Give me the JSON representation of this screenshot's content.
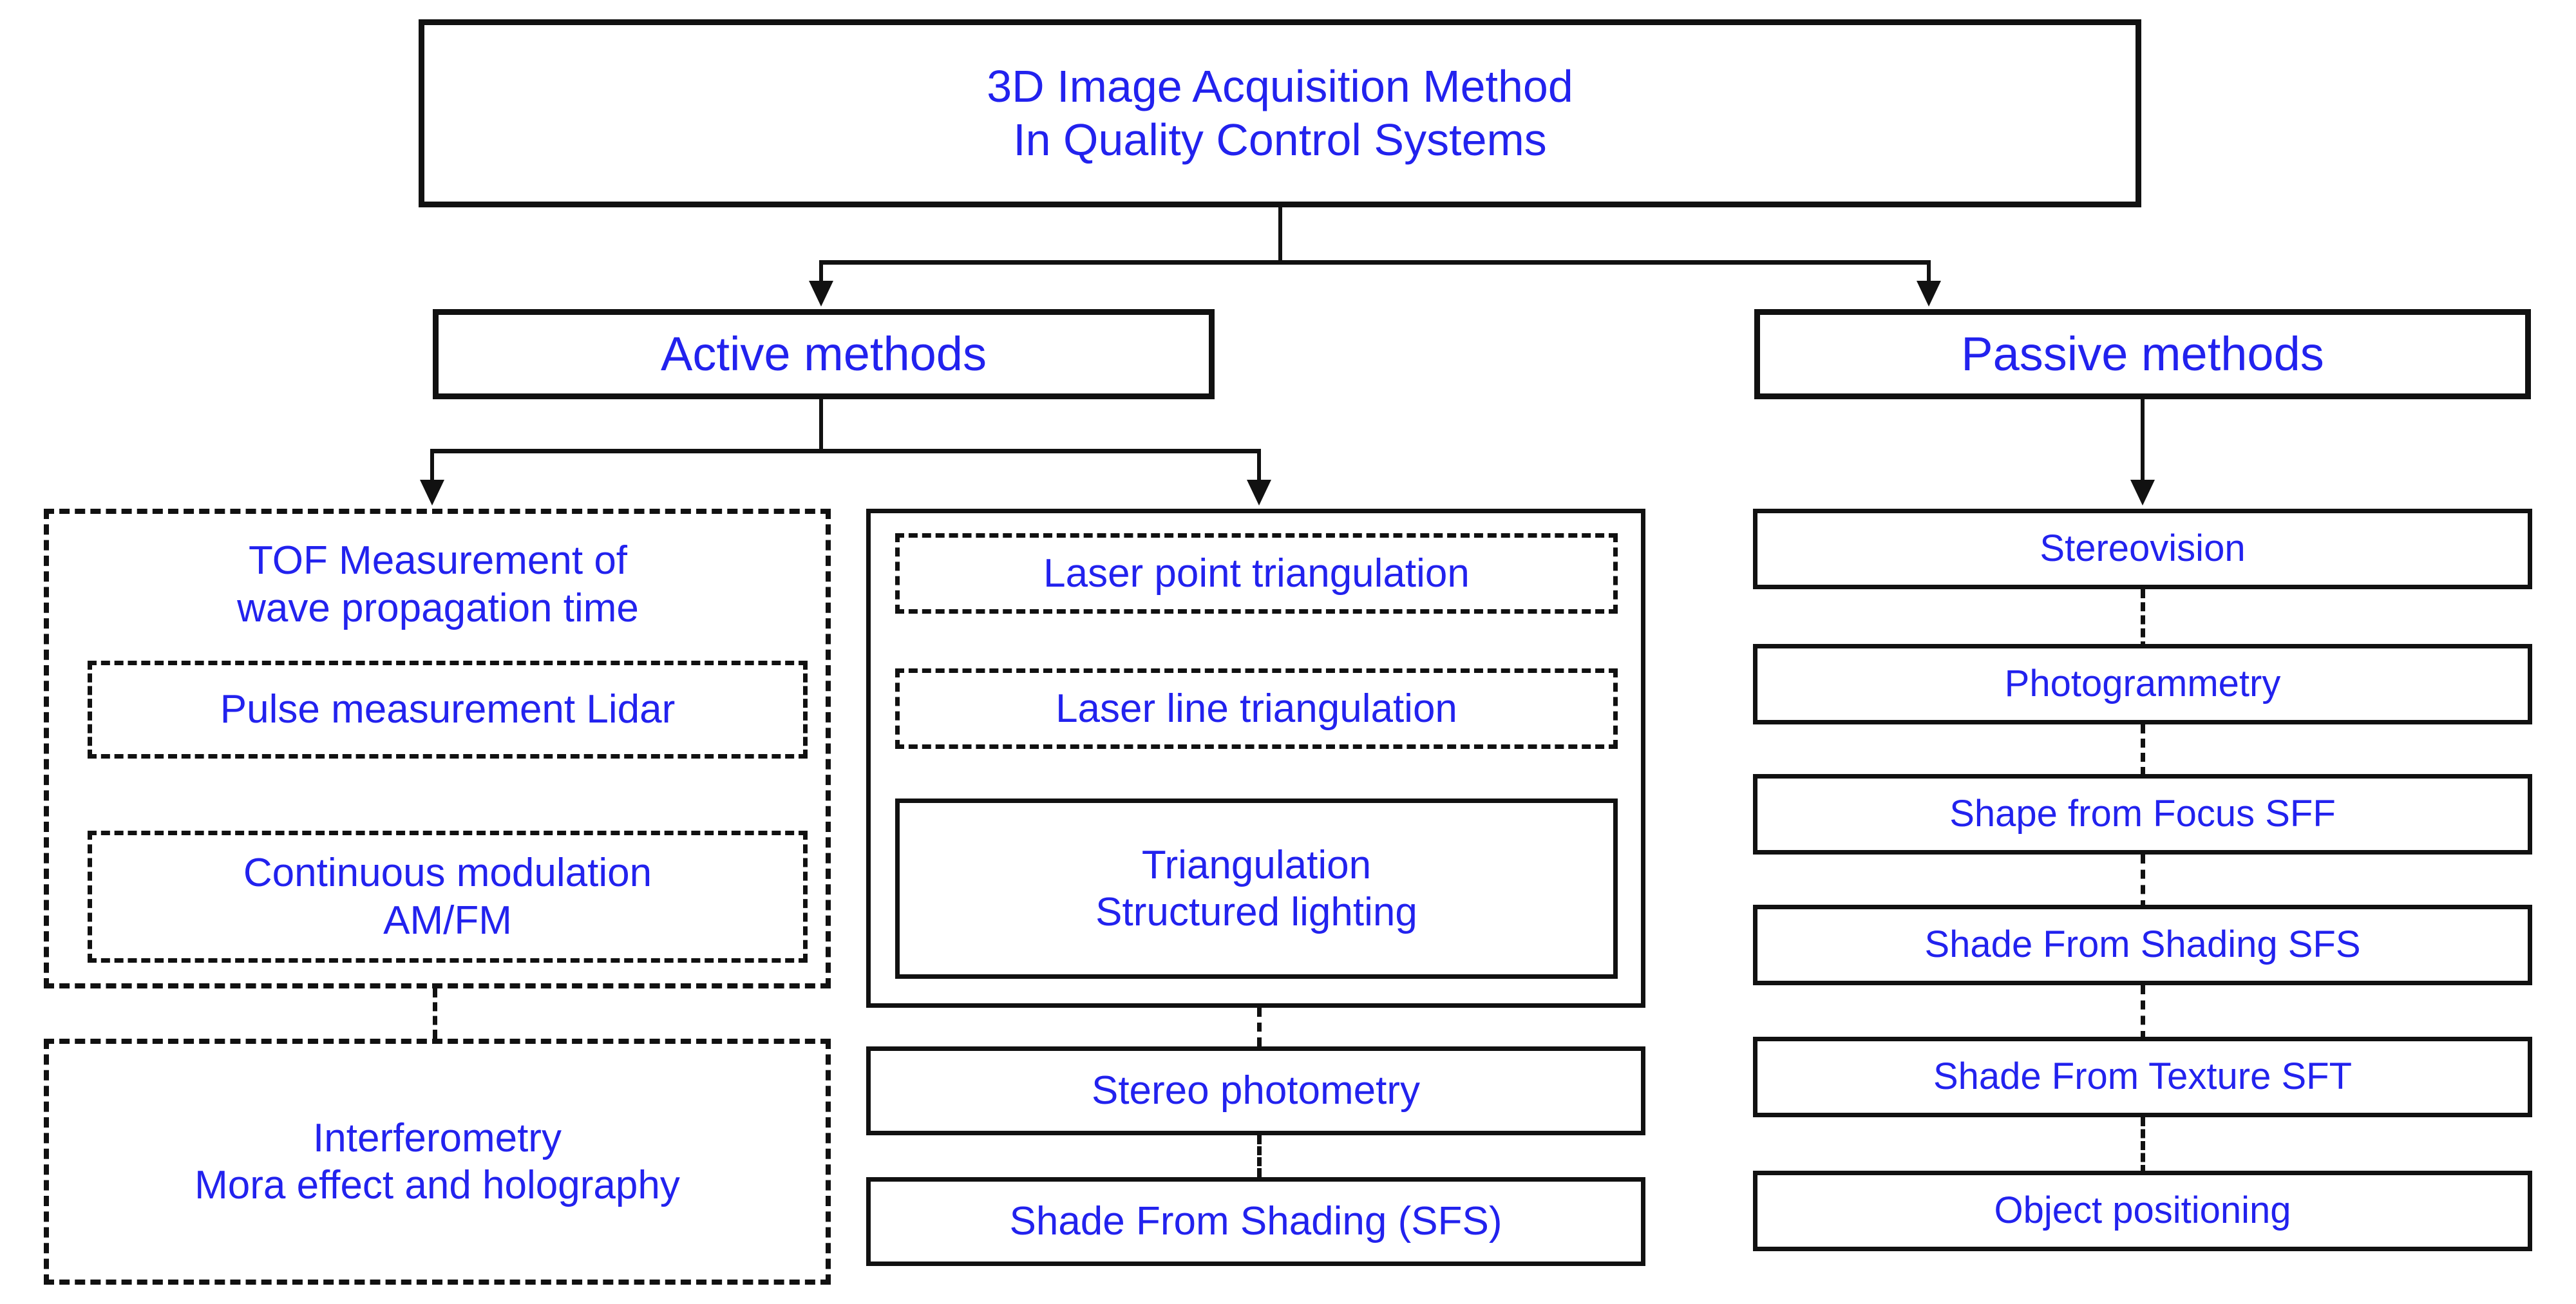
{
  "diagram": {
    "title_line1": "3D Image Acquisition Method",
    "title_line2": "In Quality Control Systems",
    "level2": {
      "active": "Active methods",
      "passive": "Passive methods"
    },
    "active_branch": {
      "tof_group": {
        "header_line1": "TOF Measurement of",
        "header_line2": "wave propagation time",
        "children": [
          "Pulse measurement  Lidar",
          "Continuous modulation\nAM/FM"
        ],
        "child_1": "Pulse measurement  Lidar",
        "child_2_line1": "Continuous modulation",
        "child_2_line2": "AM/FM"
      },
      "interferometry": {
        "line1": "Interferometry",
        "line2": "Mora effect and holography"
      },
      "triangulation_group": {
        "item_1": "Laser point triangulation",
        "item_2": "Laser line triangulation",
        "item_3_line1": "Triangulation",
        "item_3_line2": "Structured lighting"
      },
      "stereo_photometry": "Stereo photometry",
      "shade_from_shading": "Shade From Shading (SFS)"
    },
    "passive_branch": {
      "items": [
        "Stereovision",
        "Photogrammetry",
        "Shape from Focus SFF",
        "Shade From Shading SFS",
        "Shade From Texture SFT",
        "Object positioning"
      ]
    },
    "colors": {
      "text": "#2222EE",
      "border": "#111111",
      "background": "#FFFFFF"
    }
  }
}
